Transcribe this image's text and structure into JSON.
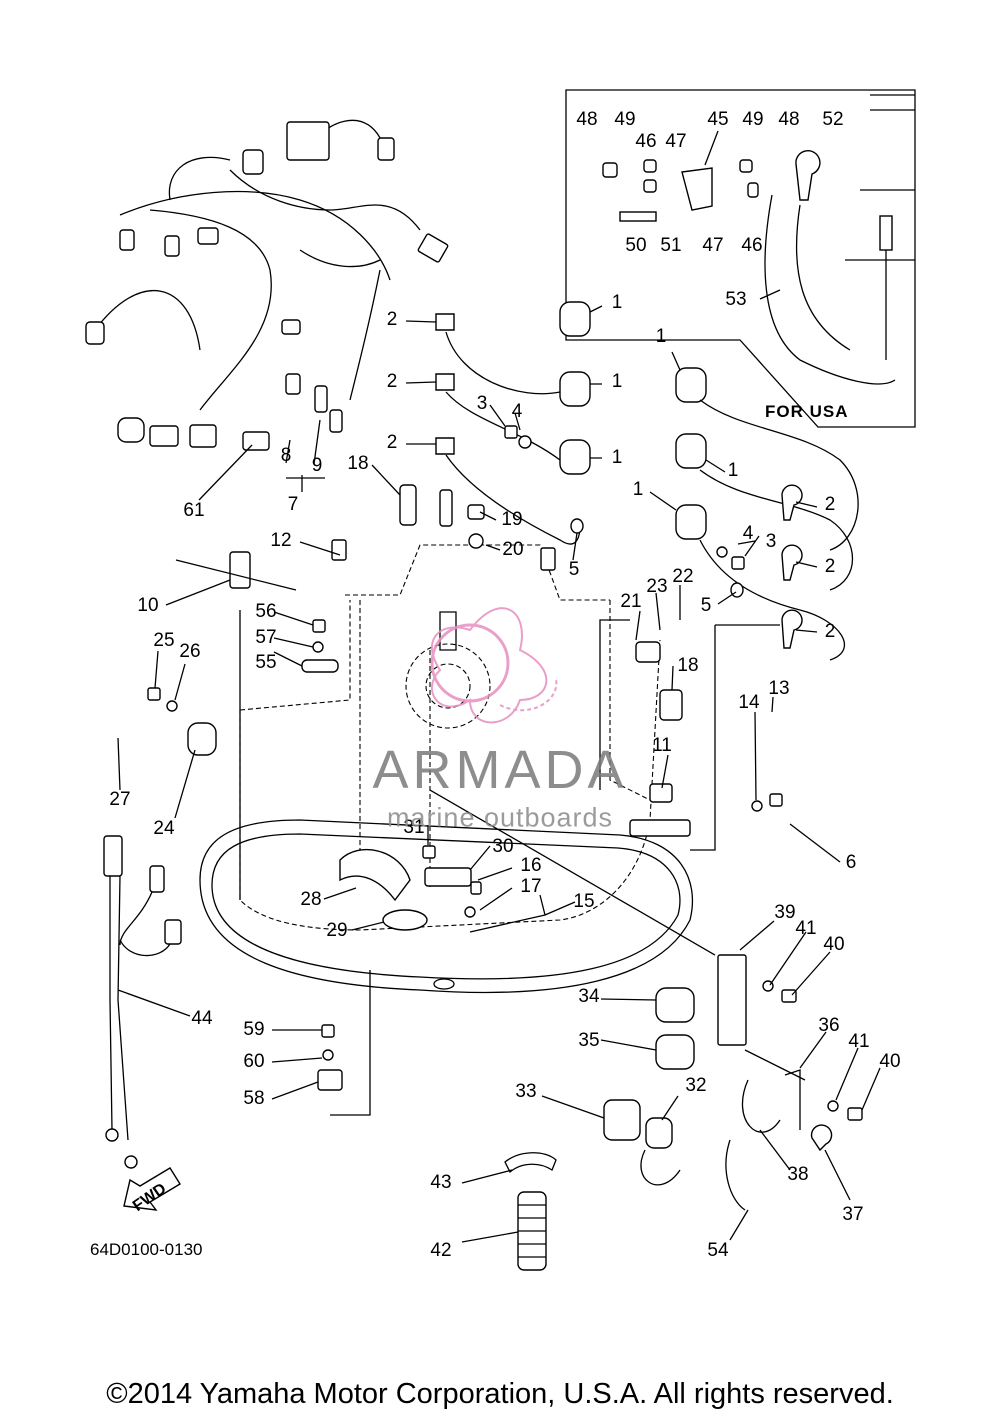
{
  "inset_note": "FOR USA",
  "diagram_code": "64D0100-0130",
  "direction_label": "FWD",
  "watermark": {
    "title": "ARMADA",
    "subtitle": "marine outboards",
    "logo_color": "#e78fc0"
  },
  "copyright": "©2014 Yamaha Motor Corporation, U.S.A. All rights reserved.",
  "callouts": [
    {
      "id": "c1a",
      "label": "1"
    },
    {
      "id": "c1b",
      "label": "1"
    },
    {
      "id": "c1c",
      "label": "1"
    },
    {
      "id": "c1d",
      "label": "1"
    },
    {
      "id": "c1e",
      "label": "1"
    },
    {
      "id": "c1f",
      "label": "1"
    },
    {
      "id": "c1g",
      "label": "1"
    },
    {
      "id": "c2a",
      "label": "2"
    },
    {
      "id": "c2b",
      "label": "2"
    },
    {
      "id": "c2c",
      "label": "2"
    },
    {
      "id": "c2d",
      "label": "2"
    },
    {
      "id": "c2e",
      "label": "2"
    },
    {
      "id": "c2f",
      "label": "2"
    },
    {
      "id": "c3a",
      "label": "3"
    },
    {
      "id": "c3b",
      "label": "3"
    },
    {
      "id": "c4a",
      "label": "4"
    },
    {
      "id": "c4b",
      "label": "4"
    },
    {
      "id": "c5a",
      "label": "5"
    },
    {
      "id": "c5b",
      "label": "5"
    },
    {
      "id": "c6",
      "label": "6"
    },
    {
      "id": "c7",
      "label": "7"
    },
    {
      "id": "c8",
      "label": "8"
    },
    {
      "id": "c9",
      "label": "9"
    },
    {
      "id": "c10",
      "label": "10"
    },
    {
      "id": "c11",
      "label": "11"
    },
    {
      "id": "c12",
      "label": "12"
    },
    {
      "id": "c13",
      "label": "13"
    },
    {
      "id": "c14",
      "label": "14"
    },
    {
      "id": "c15",
      "label": "15"
    },
    {
      "id": "c16",
      "label": "16"
    },
    {
      "id": "c17",
      "label": "17"
    },
    {
      "id": "c18a",
      "label": "18"
    },
    {
      "id": "c18b",
      "label": "18"
    },
    {
      "id": "c19",
      "label": "19"
    },
    {
      "id": "c20",
      "label": "20"
    },
    {
      "id": "c21",
      "label": "21"
    },
    {
      "id": "c22",
      "label": "22"
    },
    {
      "id": "c23",
      "label": "23"
    },
    {
      "id": "c24",
      "label": "24"
    },
    {
      "id": "c25",
      "label": "25"
    },
    {
      "id": "c26",
      "label": "26"
    },
    {
      "id": "c27",
      "label": "27"
    },
    {
      "id": "c28",
      "label": "28"
    },
    {
      "id": "c29",
      "label": "29"
    },
    {
      "id": "c30",
      "label": "30"
    },
    {
      "id": "c31",
      "label": "31"
    },
    {
      "id": "c32",
      "label": "32"
    },
    {
      "id": "c33",
      "label": "33"
    },
    {
      "id": "c34",
      "label": "34"
    },
    {
      "id": "c35",
      "label": "35"
    },
    {
      "id": "c36",
      "label": "36"
    },
    {
      "id": "c37",
      "label": "37"
    },
    {
      "id": "c38",
      "label": "38"
    },
    {
      "id": "c39",
      "label": "39"
    },
    {
      "id": "c40a",
      "label": "40"
    },
    {
      "id": "c40b",
      "label": "40"
    },
    {
      "id": "c41a",
      "label": "41"
    },
    {
      "id": "c41b",
      "label": "41"
    },
    {
      "id": "c42",
      "label": "42"
    },
    {
      "id": "c43",
      "label": "43"
    },
    {
      "id": "c44",
      "label": "44"
    },
    {
      "id": "c45",
      "label": "45"
    },
    {
      "id": "c46a",
      "label": "46"
    },
    {
      "id": "c46b",
      "label": "46"
    },
    {
      "id": "c47a",
      "label": "47"
    },
    {
      "id": "c47b",
      "label": "47"
    },
    {
      "id": "c48a",
      "label": "48"
    },
    {
      "id": "c48b",
      "label": "48"
    },
    {
      "id": "c49a",
      "label": "49"
    },
    {
      "id": "c49b",
      "label": "49"
    },
    {
      "id": "c50",
      "label": "50"
    },
    {
      "id": "c51",
      "label": "51"
    },
    {
      "id": "c52",
      "label": "52"
    },
    {
      "id": "c53",
      "label": "53"
    },
    {
      "id": "c54",
      "label": "54"
    },
    {
      "id": "c55",
      "label": "55"
    },
    {
      "id": "c56",
      "label": "56"
    },
    {
      "id": "c57",
      "label": "57"
    },
    {
      "id": "c58",
      "label": "58"
    },
    {
      "id": "c59",
      "label": "59"
    },
    {
      "id": "c60",
      "label": "60"
    },
    {
      "id": "c61",
      "label": "61"
    }
  ]
}
